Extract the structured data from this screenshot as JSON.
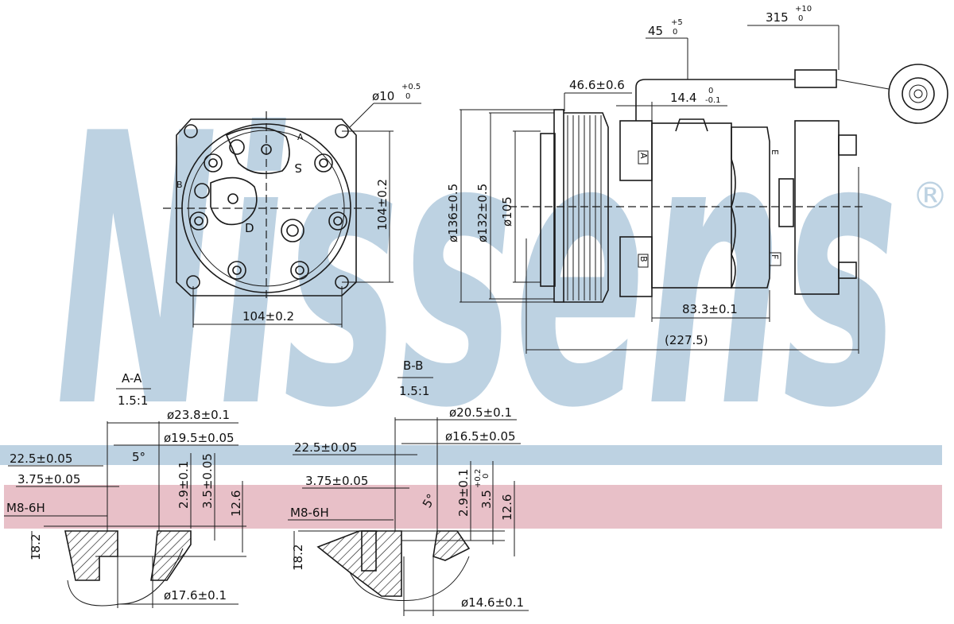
{
  "watermark": {
    "brand": "Nissens",
    "registered": "®",
    "color": "#bdd2e2"
  },
  "bands": {
    "blue": "#bdd2e2",
    "pink": "#e8c0c8"
  },
  "front_view": {
    "port_dia": "ø10",
    "port_tol_plus": "+0.5",
    "port_tol_minus": "0",
    "height": "104±0.2",
    "width": "104±0.2",
    "labels": {
      "a": "A",
      "b": "B",
      "d": "D",
      "s": "S"
    }
  },
  "side_view": {
    "d136": "ø136±0.5",
    "d132": "ø132±0.5",
    "d105": "ø105",
    "pulley_width": "46.6±0.6",
    "flange": "14.4",
    "flange_tol_plus": "0",
    "flange_tol_minus": "-0.1",
    "wire_45": "45",
    "wire_45_plus": "+5",
    "wire_45_minus": "0",
    "wire_315": "315",
    "wire_315_plus": "+10",
    "wire_315_minus": "0",
    "body_len": "83.3±0.1",
    "total_len": "(227.5)",
    "labels": {
      "a": "A",
      "b": "B",
      "e": "E",
      "f": "F"
    }
  },
  "section_aa": {
    "title": "A-A",
    "scale": "1.5:1",
    "d_outer": "ø23.8±0.1",
    "d_inner": "ø19.5±0.05",
    "d_bottom": "ø17.6±0.1",
    "dist": "22.5±0.05",
    "offset": "3.75±0.05",
    "thread": "M8-6H",
    "angle": "5°",
    "depth1": "2.9±0.1",
    "depth2": "3.5±0.05",
    "depth3": "12.6",
    "height": "18.2"
  },
  "section_bb": {
    "title": "B-B",
    "scale": "1.5:1",
    "d_outer": "ø20.5±0.1",
    "d_inner": "ø16.5±0.05",
    "d_bottom": "ø14.6±0.1",
    "dist": "22.5±0.05",
    "offset": "3.75±0.05",
    "thread": "M8-6H",
    "angle": "5°",
    "depth1": "2.9±0.1",
    "depth2": "3.5",
    "depth2_plus": "+0.2",
    "depth2_minus": "0",
    "depth3": "12.6",
    "height": "18.2"
  }
}
